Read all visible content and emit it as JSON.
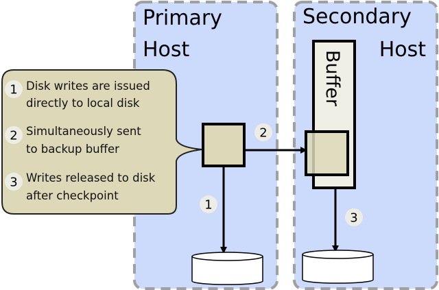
{
  "hosts": {
    "primary": {
      "title_line1": "Primary",
      "title_line2": "Host"
    },
    "secondary": {
      "title_line1": "Secondary",
      "title_line2": "Host"
    }
  },
  "buffer": {
    "label": "Buffer"
  },
  "callout": {
    "steps": [
      {
        "number": "1",
        "line1": "Disk writes are issued",
        "line2": "directly to local disk"
      },
      {
        "number": "2",
        "line1": "Simultaneously sent",
        "line2": "to backup buffer"
      },
      {
        "number": "3",
        "line1": "Writes released to disk",
        "line2": "after checkpoint"
      }
    ]
  },
  "flow_labels": {
    "arrow1": "1",
    "arrow2": "2",
    "arrow3": "3"
  },
  "colors": {
    "host_fill": "#ccdafc",
    "host_border": "#a0a0a0",
    "callout_fill": "#dcd8b8",
    "buffer_fill": "#f0efe6",
    "write_block_fill": "#dcd8b8",
    "badge_fill": "#eeede5",
    "disk_fill": "#ffffff"
  }
}
